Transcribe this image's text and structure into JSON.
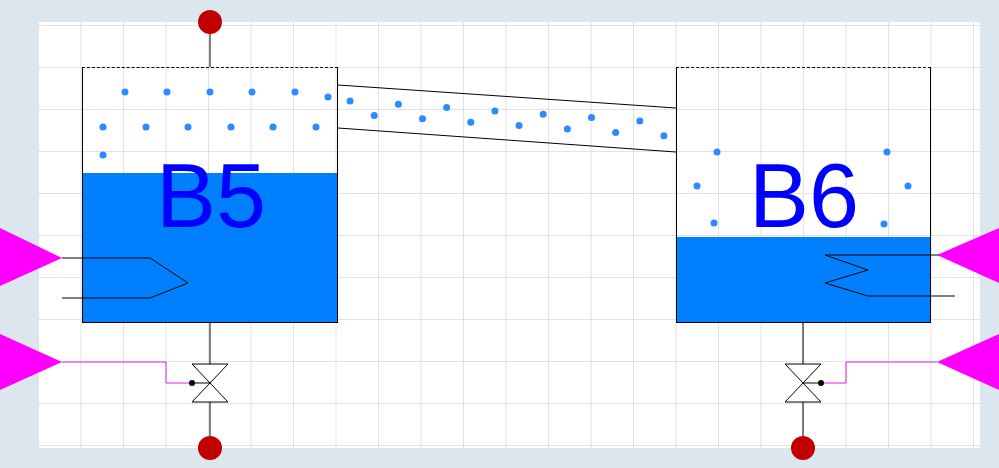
{
  "diagram": {
    "nodes": [
      {
        "text": [
          "B5"
        ]
      },
      {
        "text": [
          "B6"
        ]
      }
    ],
    "edges": [
      {
        "from": 0,
        "to": 1,
        "arrow": "none"
      }
    ]
  }
}
